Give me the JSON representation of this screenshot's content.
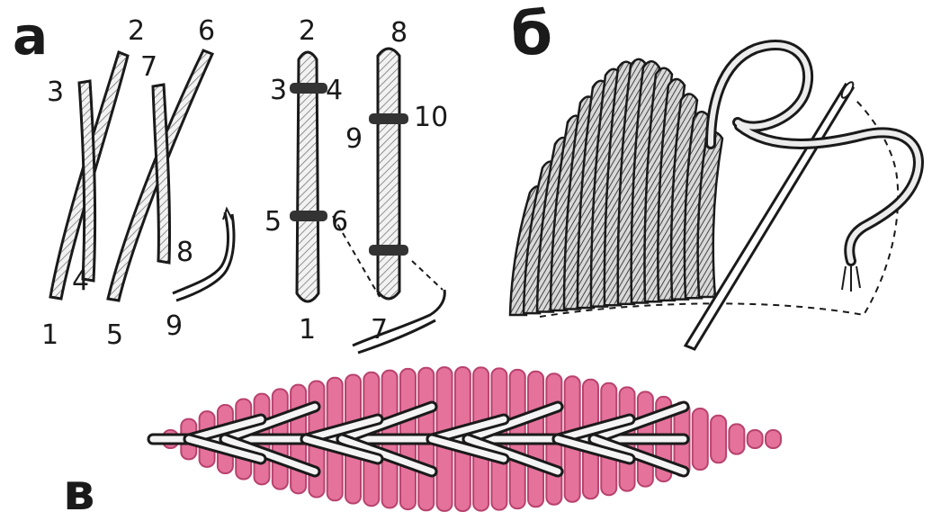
{
  "panels": {
    "a": "а",
    "b": "б",
    "c": "в"
  },
  "diagram_a_left": {
    "n1": "1",
    "n2": "2",
    "n3": "3",
    "n4": "4",
    "n5": "5",
    "n6": "6",
    "n7": "7",
    "n8": "8",
    "n9": "9"
  },
  "diagram_a_right": {
    "n1": "1",
    "n2": "2",
    "n3": "3",
    "n4": "4",
    "n5": "5",
    "n6": "6",
    "n7": "7",
    "n8": "8",
    "n9": "9",
    "n10": "10"
  },
  "colors": {
    "ink": "#1a1a1a",
    "thread_fill": "#ececec",
    "pink": "#e4729a",
    "pink_dark": "#b8426e",
    "background": "#ffffff"
  }
}
